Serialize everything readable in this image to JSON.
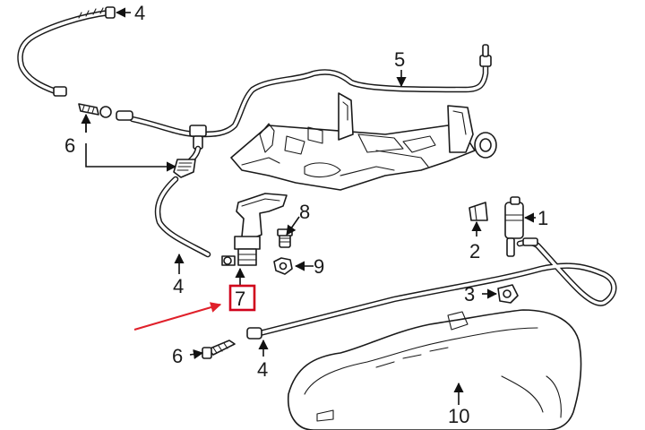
{
  "diagram": {
    "callouts": {
      "c1": "1",
      "c2": "2",
      "c3": "3",
      "c4_top": "4",
      "c4_left": "4",
      "c4_bottom": "4",
      "c5": "5",
      "c6_top": "6",
      "c6_bottom": "6",
      "c7": "7",
      "c8": "8",
      "c9": "9",
      "c10": "10"
    },
    "highlight": {
      "part_number": "7",
      "box_color": "#d0021b",
      "arrow_color": "#e0202a"
    }
  }
}
